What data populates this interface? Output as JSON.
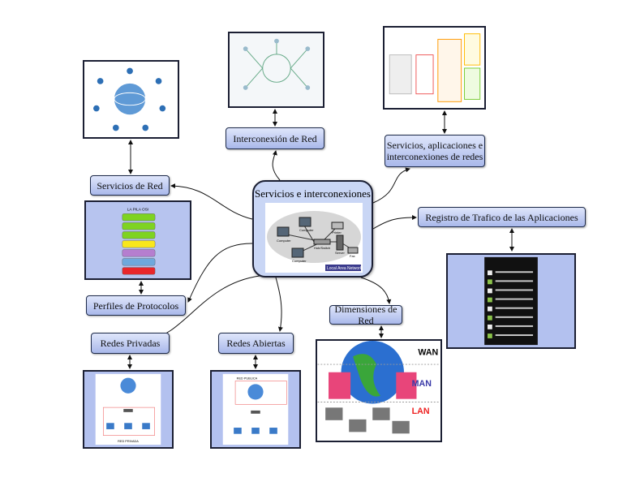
{
  "center": {
    "title": "Servicios e interconexiones",
    "image_labels": [
      "Computer",
      "Computer",
      "Printer",
      "Hub/Switch",
      "Server",
      "Fax",
      "Computer"
    ],
    "badge": "Local Area Network"
  },
  "nodes": {
    "interconexion": "Interconexión de Red",
    "servicios_apps": "Servicios, aplicaciones e interconexiones de redes",
    "servicios_red": "Servicios de Red",
    "registro": "Registro de Trafico de las Aplicaciones",
    "perfiles": "Perfiles de Protocolos",
    "dimensiones": "Dimensiones de Red",
    "redes_privadas": "Redes Privadas",
    "redes_abiertas": "Redes Abiertas"
  },
  "images": {
    "osi": {
      "title": "LA PILA OSI",
      "layer_colors": [
        "#7ed321",
        "#7ed321",
        "#7ed321",
        "#f8e71c",
        "#b57ecf",
        "#6fa8dc",
        "#e8262a"
      ]
    },
    "dimensiones": {
      "wan": "WAN",
      "man": "MAN",
      "lan": "LAN"
    },
    "redes_privadas": {
      "caption": "RED PRIVADA"
    },
    "redes_abiertas": {
      "caption": "RED PUBLICA"
    }
  },
  "colors": {
    "node_top": "#dfe6fb",
    "node_bottom": "#a9b8ea",
    "border": "#1d2a4a"
  }
}
